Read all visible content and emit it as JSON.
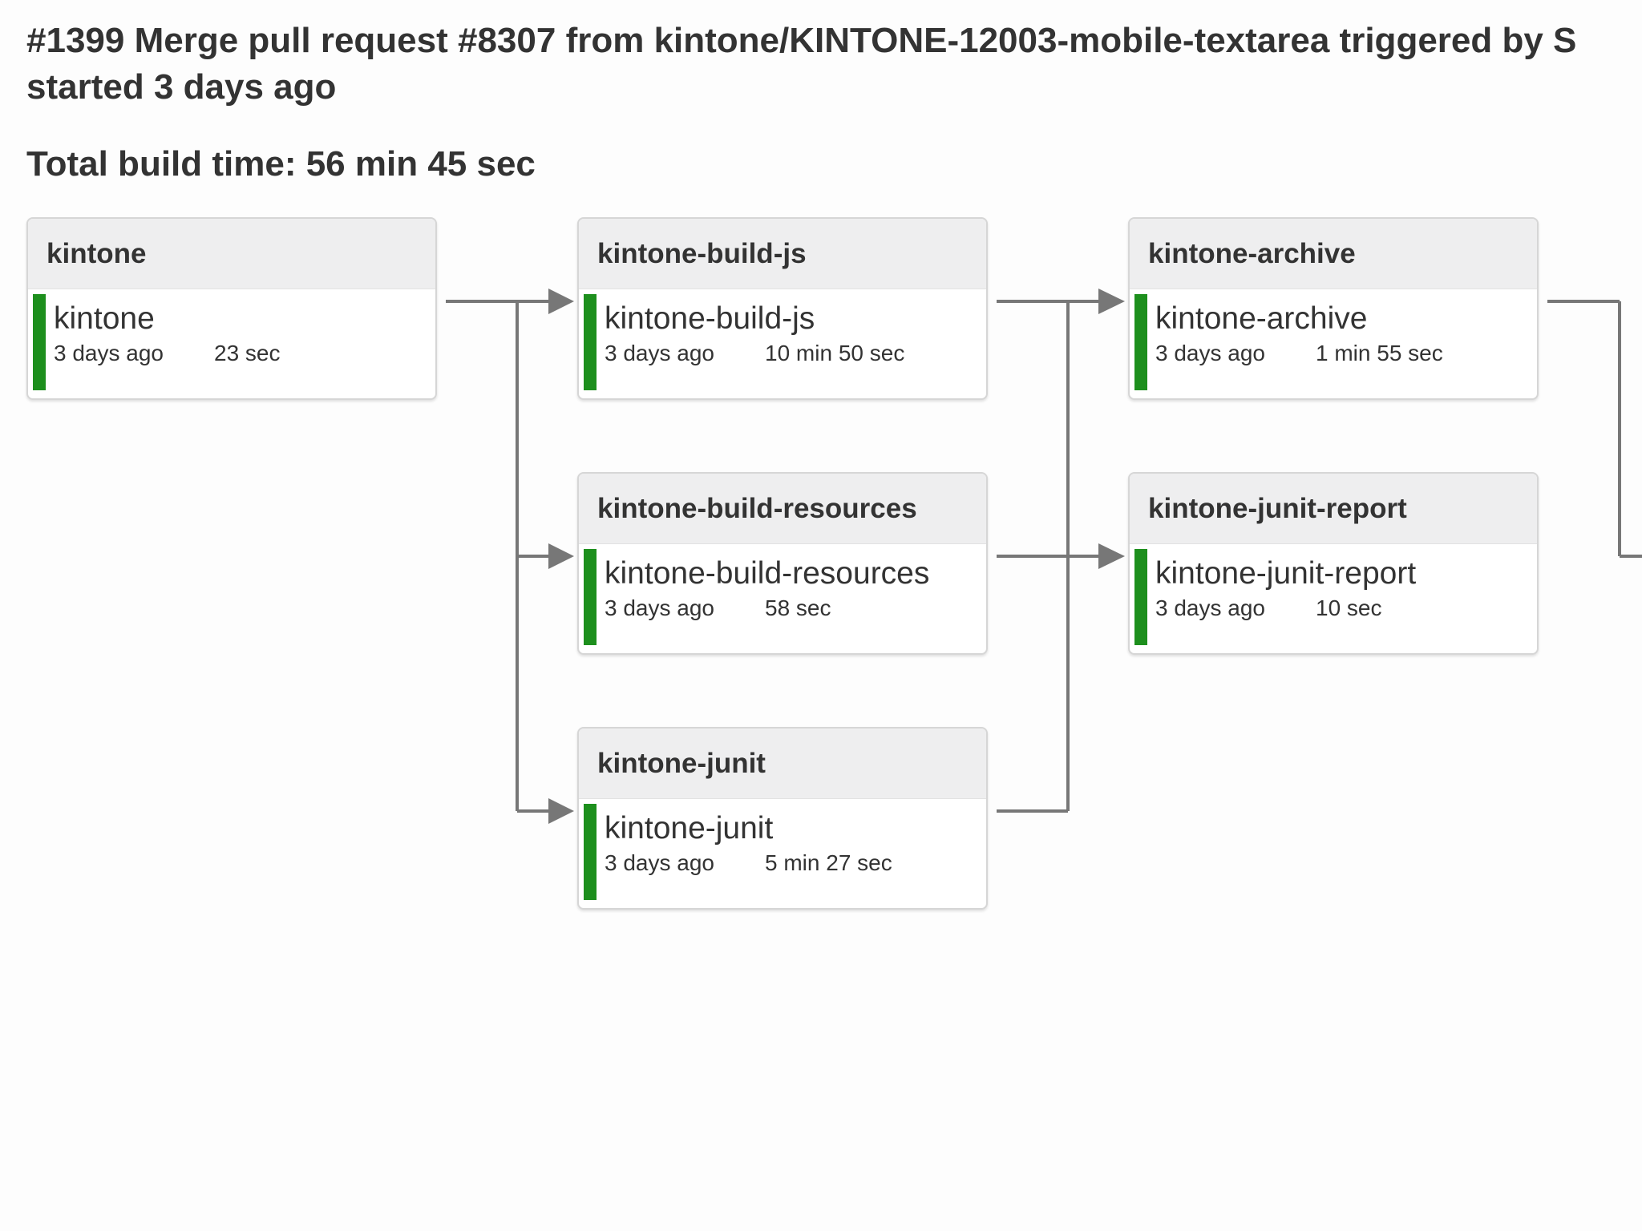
{
  "build": {
    "title_line1": "#1399 Merge pull request #8307 from kintone/KINTONE-12003-mobile-textarea triggered by S",
    "title_line2": "started 3 days ago",
    "total_time": "Total build time: 56 min 45 sec"
  },
  "colors": {
    "status_success": "#1d8f1d",
    "connector": "#777777",
    "header_bg": "#eeeeef"
  },
  "jobs": [
    {
      "header": "kintone",
      "name": "kintone",
      "ago": "3 days ago",
      "duration": "23 sec",
      "status": "success"
    },
    {
      "header": "kintone-build-js",
      "name": "kintone-build-js",
      "ago": "3 days ago",
      "duration": "10 min 50 sec",
      "status": "success"
    },
    {
      "header": "kintone-build-resources",
      "name": "kintone-build-resources",
      "ago": "3 days ago",
      "duration": "58 sec",
      "status": "success"
    },
    {
      "header": "kintone-junit",
      "name": "kintone-junit",
      "ago": "3 days ago",
      "duration": "5 min 27 sec",
      "status": "success"
    },
    {
      "header": "kintone-archive",
      "name": "kintone-archive",
      "ago": "3 days ago",
      "duration": "1 min 55 sec",
      "status": "success"
    },
    {
      "header": "kintone-junit-report",
      "name": "kintone-junit-report",
      "ago": "3 days ago",
      "duration": "10 sec",
      "status": "success"
    }
  ]
}
